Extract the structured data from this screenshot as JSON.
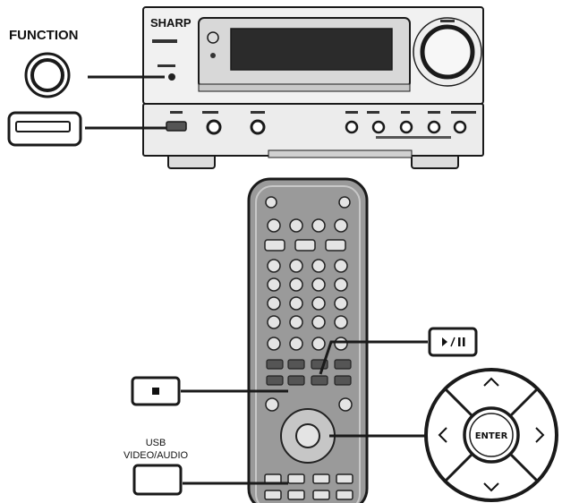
{
  "labels": {
    "function": "FUNCTION",
    "brand": "SHARP",
    "usb_line1": "USB",
    "usb_line2": "VIDEO/AUDIO",
    "enter": "ENTER"
  },
  "icons": {
    "play_pause": "play-pause-icon",
    "stop": "stop-icon",
    "arrow_up": "chevron-up-icon",
    "arrow_down": "chevron-down-icon",
    "arrow_left": "chevron-left-icon",
    "arrow_right": "chevron-right-icon"
  },
  "colors": {
    "line": "#1a1a1a",
    "panel": "#f1f1f1",
    "display": "#2b2b2b",
    "remote_body": "#9a9a9a",
    "remote_button": "#e4e4e4"
  }
}
